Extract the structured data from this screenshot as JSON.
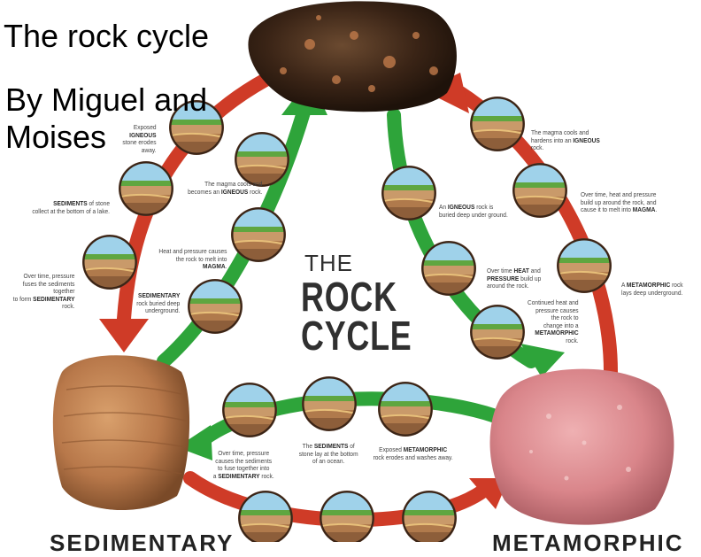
{
  "slide": {
    "title": "The rock cycle",
    "subtitle_line1": "By Miguel and",
    "subtitle_line2": "Moises"
  },
  "diagram": {
    "title_the": "THE",
    "title_rock": "ROCK",
    "title_cycle": "CYCLE",
    "captions": {
      "exposed_igneous": [
        "Exposed IGNEOUS",
        "stone erodes away."
      ],
      "sediments_lake": [
        "SEDIMENTS of stone",
        "collect at the bottom of a lake."
      ],
      "pressure_fuses": [
        "Over time, pressure",
        "fuses the sediments together",
        "to form SEDIMENTARY rock."
      ],
      "magma_cools_inner": [
        "The magma cools and",
        "becomes an IGNEOUS rock."
      ],
      "heat_pressure_inner": [
        "Heat and pressure causes",
        "the rock to melt into MAGMA."
      ],
      "sedimentary_buried": [
        "SEDIMENTARY",
        "rock buried deep",
        "underground."
      ],
      "magma_cools_right": [
        "The magma cools and",
        "hardens into an IGNEOUS rock."
      ],
      "overtime_melt": [
        "Over time, heat and pressure",
        "build up around the rock, and",
        "cause it to melt into MAGMA."
      ],
      "igneous_buried": [
        "An IGNEOUS rock is",
        "buried deep under ground."
      ],
      "heat_pressure_right": [
        "Over time HEAT and",
        "PRESSURE build up",
        "around the rock."
      ],
      "metamorphic_lays": [
        "A METAMORPHIC rock",
        "lays deep underground."
      ],
      "continued_heat": [
        "Continued heat and",
        "pressure causes",
        "the rock to",
        "change into a",
        "METAMORPHIC",
        "rock."
      ],
      "pressure_bottom": [
        "Over time, pressure",
        "causes the sediments",
        "to fuse together into",
        "a SEDIMENTARY rock."
      ],
      "sediments_ocean": [
        "The SEDIMENTS of",
        "stone lay at the bottom",
        "of an ocean."
      ],
      "exposed_metamorphic": [
        "Exposed METAMORPHIC",
        "rock erodes and washes away."
      ]
    },
    "bottom_labels": {
      "left": "SEDIMENTARY",
      "right": "METAMORPHIC"
    }
  },
  "colors": {
    "arrow_red": "#cf3b27",
    "arrow_green": "#2ea43a",
    "igneous_rock": "#3a2416",
    "sedimentary_rock": "#b8784a",
    "metamorphic_rock": "#d9858a"
  }
}
